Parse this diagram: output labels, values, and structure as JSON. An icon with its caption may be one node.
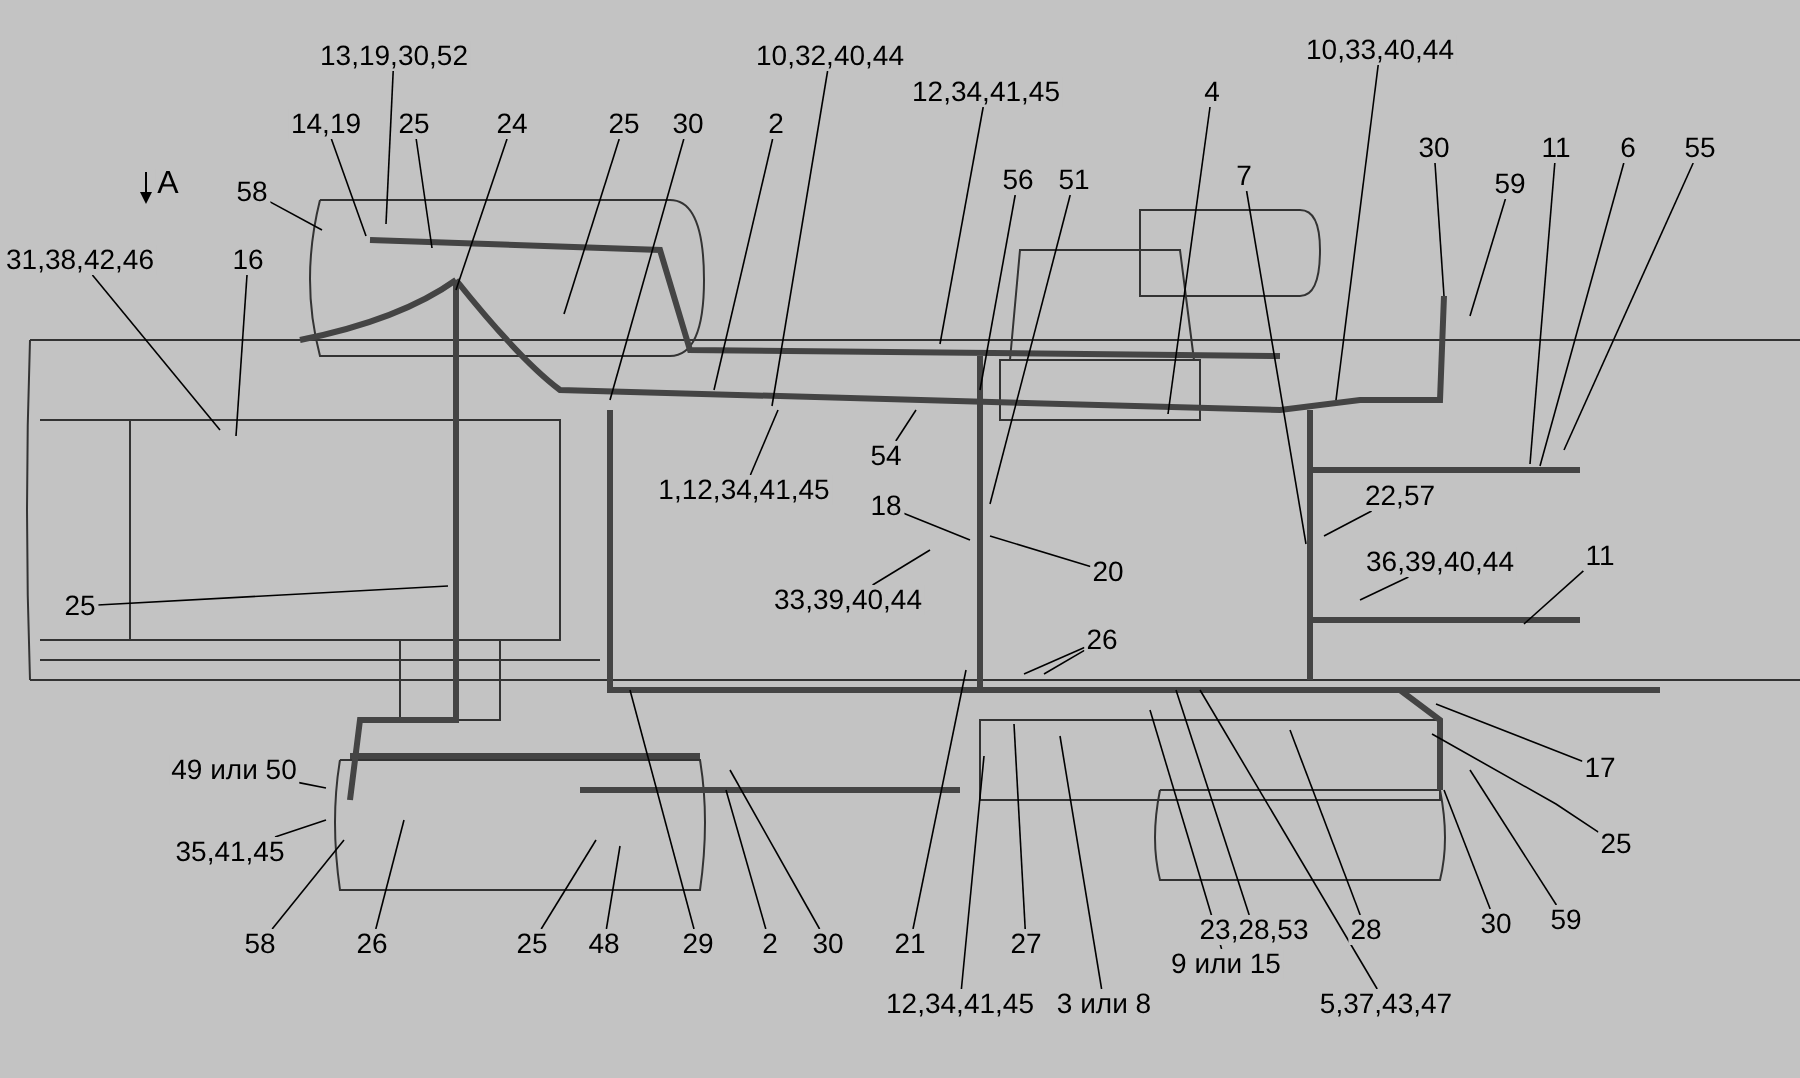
{
  "diagram": {
    "nodes": [
      {
        "text": [
          "13,19,30,52"
        ]
      },
      {
        "text": [
          "14,19"
        ]
      },
      {
        "text": [
          "25"
        ]
      },
      {
        "text": [
          "24"
        ]
      },
      {
        "text": [
          "25"
        ]
      },
      {
        "text": [
          "30"
        ]
      },
      {
        "text": [
          "2"
        ]
      },
      {
        "text": [
          "10,32,40,44"
        ]
      },
      {
        "text": [
          "12,34,41,45"
        ]
      },
      {
        "text": [
          "4"
        ]
      },
      {
        "text": [
          "56"
        ]
      },
      {
        "text": [
          "51"
        ]
      },
      {
        "text": [
          "7"
        ]
      },
      {
        "text": [
          "10,33,40,44"
        ]
      },
      {
        "text": [
          "30"
        ]
      },
      {
        "text": [
          "59"
        ]
      },
      {
        "text": [
          "11"
        ]
      },
      {
        "text": [
          "6"
        ]
      },
      {
        "text": [
          "55"
        ]
      },
      {
        "text": [
          "58"
        ]
      },
      {
        "text": [
          "31,38,42,46"
        ]
      },
      {
        "text": [
          "16"
        ]
      },
      {
        "text": [
          "1,12,34,41,45"
        ]
      },
      {
        "text": [
          "54"
        ]
      },
      {
        "text": [
          "18"
        ]
      },
      {
        "text": [
          "22,57"
        ]
      },
      {
        "text": [
          "33,39,40,44"
        ]
      },
      {
        "text": [
          "20"
        ]
      },
      {
        "text": [
          "36,39,40,44"
        ]
      },
      {
        "text": [
          "11"
        ]
      },
      {
        "text": [
          "25"
        ]
      },
      {
        "text": [
          "26"
        ]
      },
      {
        "text": [
          "49 или 50"
        ]
      },
      {
        "text": [
          "17"
        ]
      },
      {
        "text": [
          "35,41,45"
        ]
      },
      {
        "text": [
          "25"
        ]
      },
      {
        "text": [
          "58"
        ]
      },
      {
        "text": [
          "26"
        ]
      },
      {
        "text": [
          "25"
        ]
      },
      {
        "text": [
          "48"
        ]
      },
      {
        "text": [
          "29"
        ]
      },
      {
        "text": [
          "2"
        ]
      },
      {
        "text": [
          "30"
        ]
      },
      {
        "text": [
          "21"
        ]
      },
      {
        "text": [
          "27"
        ]
      },
      {
        "text": [
          "23,28,53"
        ]
      },
      {
        "text": [
          "28"
        ]
      },
      {
        "text": [
          "30"
        ]
      },
      {
        "text": [
          "59"
        ]
      },
      {
        "text": [
          "9 или 15"
        ]
      },
      {
        "text": [
          "12,34,41,45"
        ]
      },
      {
        "text": [
          "3 или 8"
        ]
      },
      {
        "text": [
          "5,37,43,47"
        ]
      }
    ],
    "edges": [
      {
        "from": 0,
        "to": null,
        "arrow": "none"
      },
      {
        "from": 1,
        "to": null,
        "arrow": "none"
      },
      {
        "from": 2,
        "to": null,
        "arrow": "none"
      },
      {
        "from": 3,
        "to": null,
        "arrow": "none"
      },
      {
        "from": 4,
        "to": null,
        "arrow": "none"
      },
      {
        "from": 5,
        "to": null,
        "arrow": "none"
      },
      {
        "from": 6,
        "to": null,
        "arrow": "none"
      },
      {
        "from": 7,
        "to": null,
        "arrow": "none"
      },
      {
        "from": 8,
        "to": null,
        "arrow": "none"
      },
      {
        "from": 9,
        "to": null,
        "arrow": "none"
      },
      {
        "from": 10,
        "to": null,
        "arrow": "none"
      },
      {
        "from": 11,
        "to": null,
        "arrow": "none"
      },
      {
        "from": 12,
        "to": null,
        "arrow": "none"
      },
      {
        "from": 13,
        "to": null,
        "arrow": "none"
      },
      {
        "from": 14,
        "to": null,
        "arrow": "none"
      },
      {
        "from": 15,
        "to": null,
        "arrow": "none"
      },
      {
        "from": 16,
        "to": null,
        "arrow": "none"
      },
      {
        "from": 17,
        "to": null,
        "arrow": "none"
      },
      {
        "from": 18,
        "to": null,
        "arrow": "none"
      },
      {
        "from": 19,
        "to": null,
        "arrow": "none"
      },
      {
        "from": 20,
        "to": null,
        "arrow": "none"
      },
      {
        "from": 21,
        "to": null,
        "arrow": "none"
      },
      {
        "from": 22,
        "to": null,
        "arrow": "none"
      },
      {
        "from": 23,
        "to": null,
        "arrow": "none"
      },
      {
        "from": 24,
        "to": null,
        "arrow": "none"
      },
      {
        "from": 25,
        "to": null,
        "arrow": "none"
      },
      {
        "from": 26,
        "to": null,
        "arrow": "none"
      },
      {
        "from": 27,
        "to": null,
        "arrow": "none"
      },
      {
        "from": 28,
        "to": null,
        "arrow": "none"
      },
      {
        "from": 29,
        "to": null,
        "arrow": "none"
      },
      {
        "from": 30,
        "to": null,
        "arrow": "none"
      },
      {
        "from": 31,
        "to": null,
        "arrow": "none"
      },
      {
        "from": 31,
        "to": null,
        "arrow": "none"
      },
      {
        "from": 32,
        "to": null,
        "arrow": "none"
      },
      {
        "from": 33,
        "to": null,
        "arrow": "none"
      },
      {
        "from": 34,
        "to": null,
        "arrow": "none"
      },
      {
        "from": 35,
        "to": null,
        "arrow": "none"
      },
      {
        "from": 36,
        "to": null,
        "arrow": "none"
      },
      {
        "from": 37,
        "to": null,
        "arrow": "none"
      },
      {
        "from": 38,
        "to": null,
        "arrow": "none"
      },
      {
        "from": 39,
        "to": null,
        "arrow": "none"
      },
      {
        "from": 40,
        "to": null,
        "arrow": "none"
      },
      {
        "from": 41,
        "to": null,
        "arrow": "none"
      },
      {
        "from": 42,
        "to": null,
        "arrow": "none"
      },
      {
        "from": 43,
        "to": null,
        "arrow": "none"
      },
      {
        "from": 44,
        "to": null,
        "arrow": "none"
      },
      {
        "from": 45,
        "to": null,
        "arrow": "none"
      },
      {
        "from": 46,
        "to": null,
        "arrow": "none"
      },
      {
        "from": 47,
        "to": null,
        "arrow": "none"
      },
      {
        "from": 48,
        "to": null,
        "arrow": "none"
      },
      {
        "from": 49,
        "to": null,
        "arrow": "none"
      },
      {
        "from": 50,
        "to": null,
        "arrow": "none"
      },
      {
        "from": 51,
        "to": null,
        "arrow": "none"
      },
      {
        "from": 52,
        "to": null,
        "arrow": "none"
      }
    ],
    "labels": [
      "A"
    ]
  }
}
